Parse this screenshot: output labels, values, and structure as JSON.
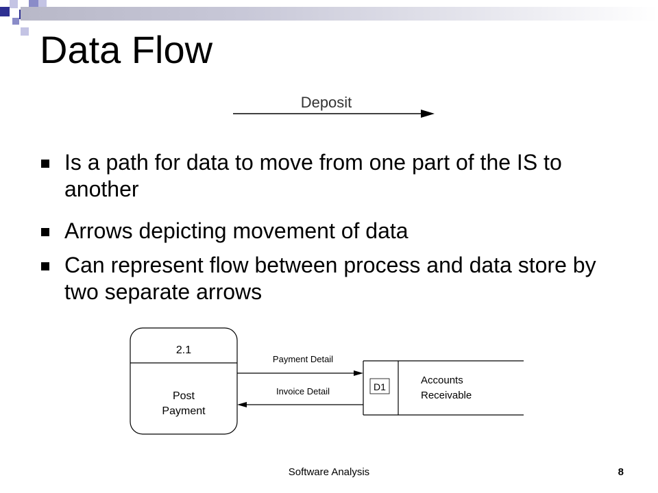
{
  "slide": {
    "title": "Data Flow",
    "accent_colors": {
      "navy": "#2e3092",
      "periwinkle": "#8a8cc8",
      "lavender": "#c4c4e4",
      "bar_gray": "#c8c8d8"
    }
  },
  "example_flow": {
    "label": "Deposit"
  },
  "bullets": [
    "Is a path for data to move from one part of the IS to another",
    "Arrows depicting movement of data",
    "Can represent flow between process and data store by two separate arrows"
  ],
  "diagram": {
    "process": {
      "id": "2.1",
      "name_line1": "Post",
      "name_line2": "Payment"
    },
    "flows": {
      "to_store": "Payment Detail",
      "from_store": "Invoice Detail"
    },
    "data_store": {
      "id": "D1",
      "name_line1": "Accounts",
      "name_line2": "Receivable"
    }
  },
  "footer": {
    "text": "Software Analysis",
    "page_number": "8"
  }
}
